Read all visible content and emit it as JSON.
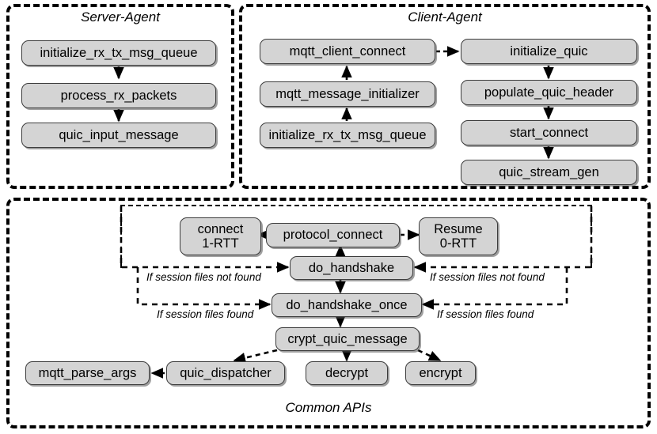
{
  "diagram": {
    "title_server": "Server-Agent",
    "title_client": "Client-Agent",
    "title_common": "Common APIs",
    "colors": {
      "node_fill": "#d4d4d4",
      "node_border": "#3d3d3d",
      "line": "#000000",
      "background": "#ffffff"
    }
  },
  "server_agent": {
    "label": "Server-Agent",
    "nodes": [
      {
        "id": "srv-initialize-rx-tx-msg-queue",
        "label": "initialize_rx_tx_msg_queue"
      },
      {
        "id": "srv-process-rx-packets",
        "label": "process_rx_packets"
      },
      {
        "id": "srv-quic-input-message",
        "label": "quic_input_message"
      }
    ]
  },
  "client_agent": {
    "label": "Client-Agent",
    "nodes_left": [
      {
        "id": "cli-mqtt-client-connect",
        "label": "mqtt_client_connect"
      },
      {
        "id": "cli-mqtt-message-initializer",
        "label": "mqtt_message_initializer"
      },
      {
        "id": "cli-initialize-rx-tx-msg-queue",
        "label": "initialize_rx_tx_msg_queue"
      }
    ],
    "nodes_right": [
      {
        "id": "cli-initialize-quic",
        "label": "initialize_quic"
      },
      {
        "id": "cli-populate-quic-header",
        "label": "populate_quic_header"
      },
      {
        "id": "cli-start-connect",
        "label": "start_connect"
      },
      {
        "id": "cli-quic-stream-gen",
        "label": "quic_stream_gen"
      }
    ]
  },
  "common_apis": {
    "label": "Common APIs",
    "nodes": [
      {
        "id": "connect-1-rtt",
        "label": "connect\n1-RTT"
      },
      {
        "id": "protocol-connect",
        "label": "protocol_connect"
      },
      {
        "id": "resume-0-rtt",
        "label": "Resume\n0-RTT"
      },
      {
        "id": "do-handshake",
        "label": "do_handshake"
      },
      {
        "id": "do-handshake-once",
        "label": "do_handshake_once"
      },
      {
        "id": "crypt-quic-message",
        "label": "crypt_quic_message"
      },
      {
        "id": "mqtt-parse-args",
        "label": "mqtt_parse_args"
      },
      {
        "id": "quic-dispatcher",
        "label": "quic_dispatcher"
      },
      {
        "id": "decrypt",
        "label": "decrypt"
      },
      {
        "id": "encrypt",
        "label": "encrypt"
      }
    ],
    "edge_labels": [
      {
        "id": "left-not-found",
        "text": "If session files not found"
      },
      {
        "id": "right-not-found",
        "text": "If session files not found"
      },
      {
        "id": "left-found",
        "text": "If session files found"
      },
      {
        "id": "right-found",
        "text": "If session files found"
      }
    ]
  }
}
